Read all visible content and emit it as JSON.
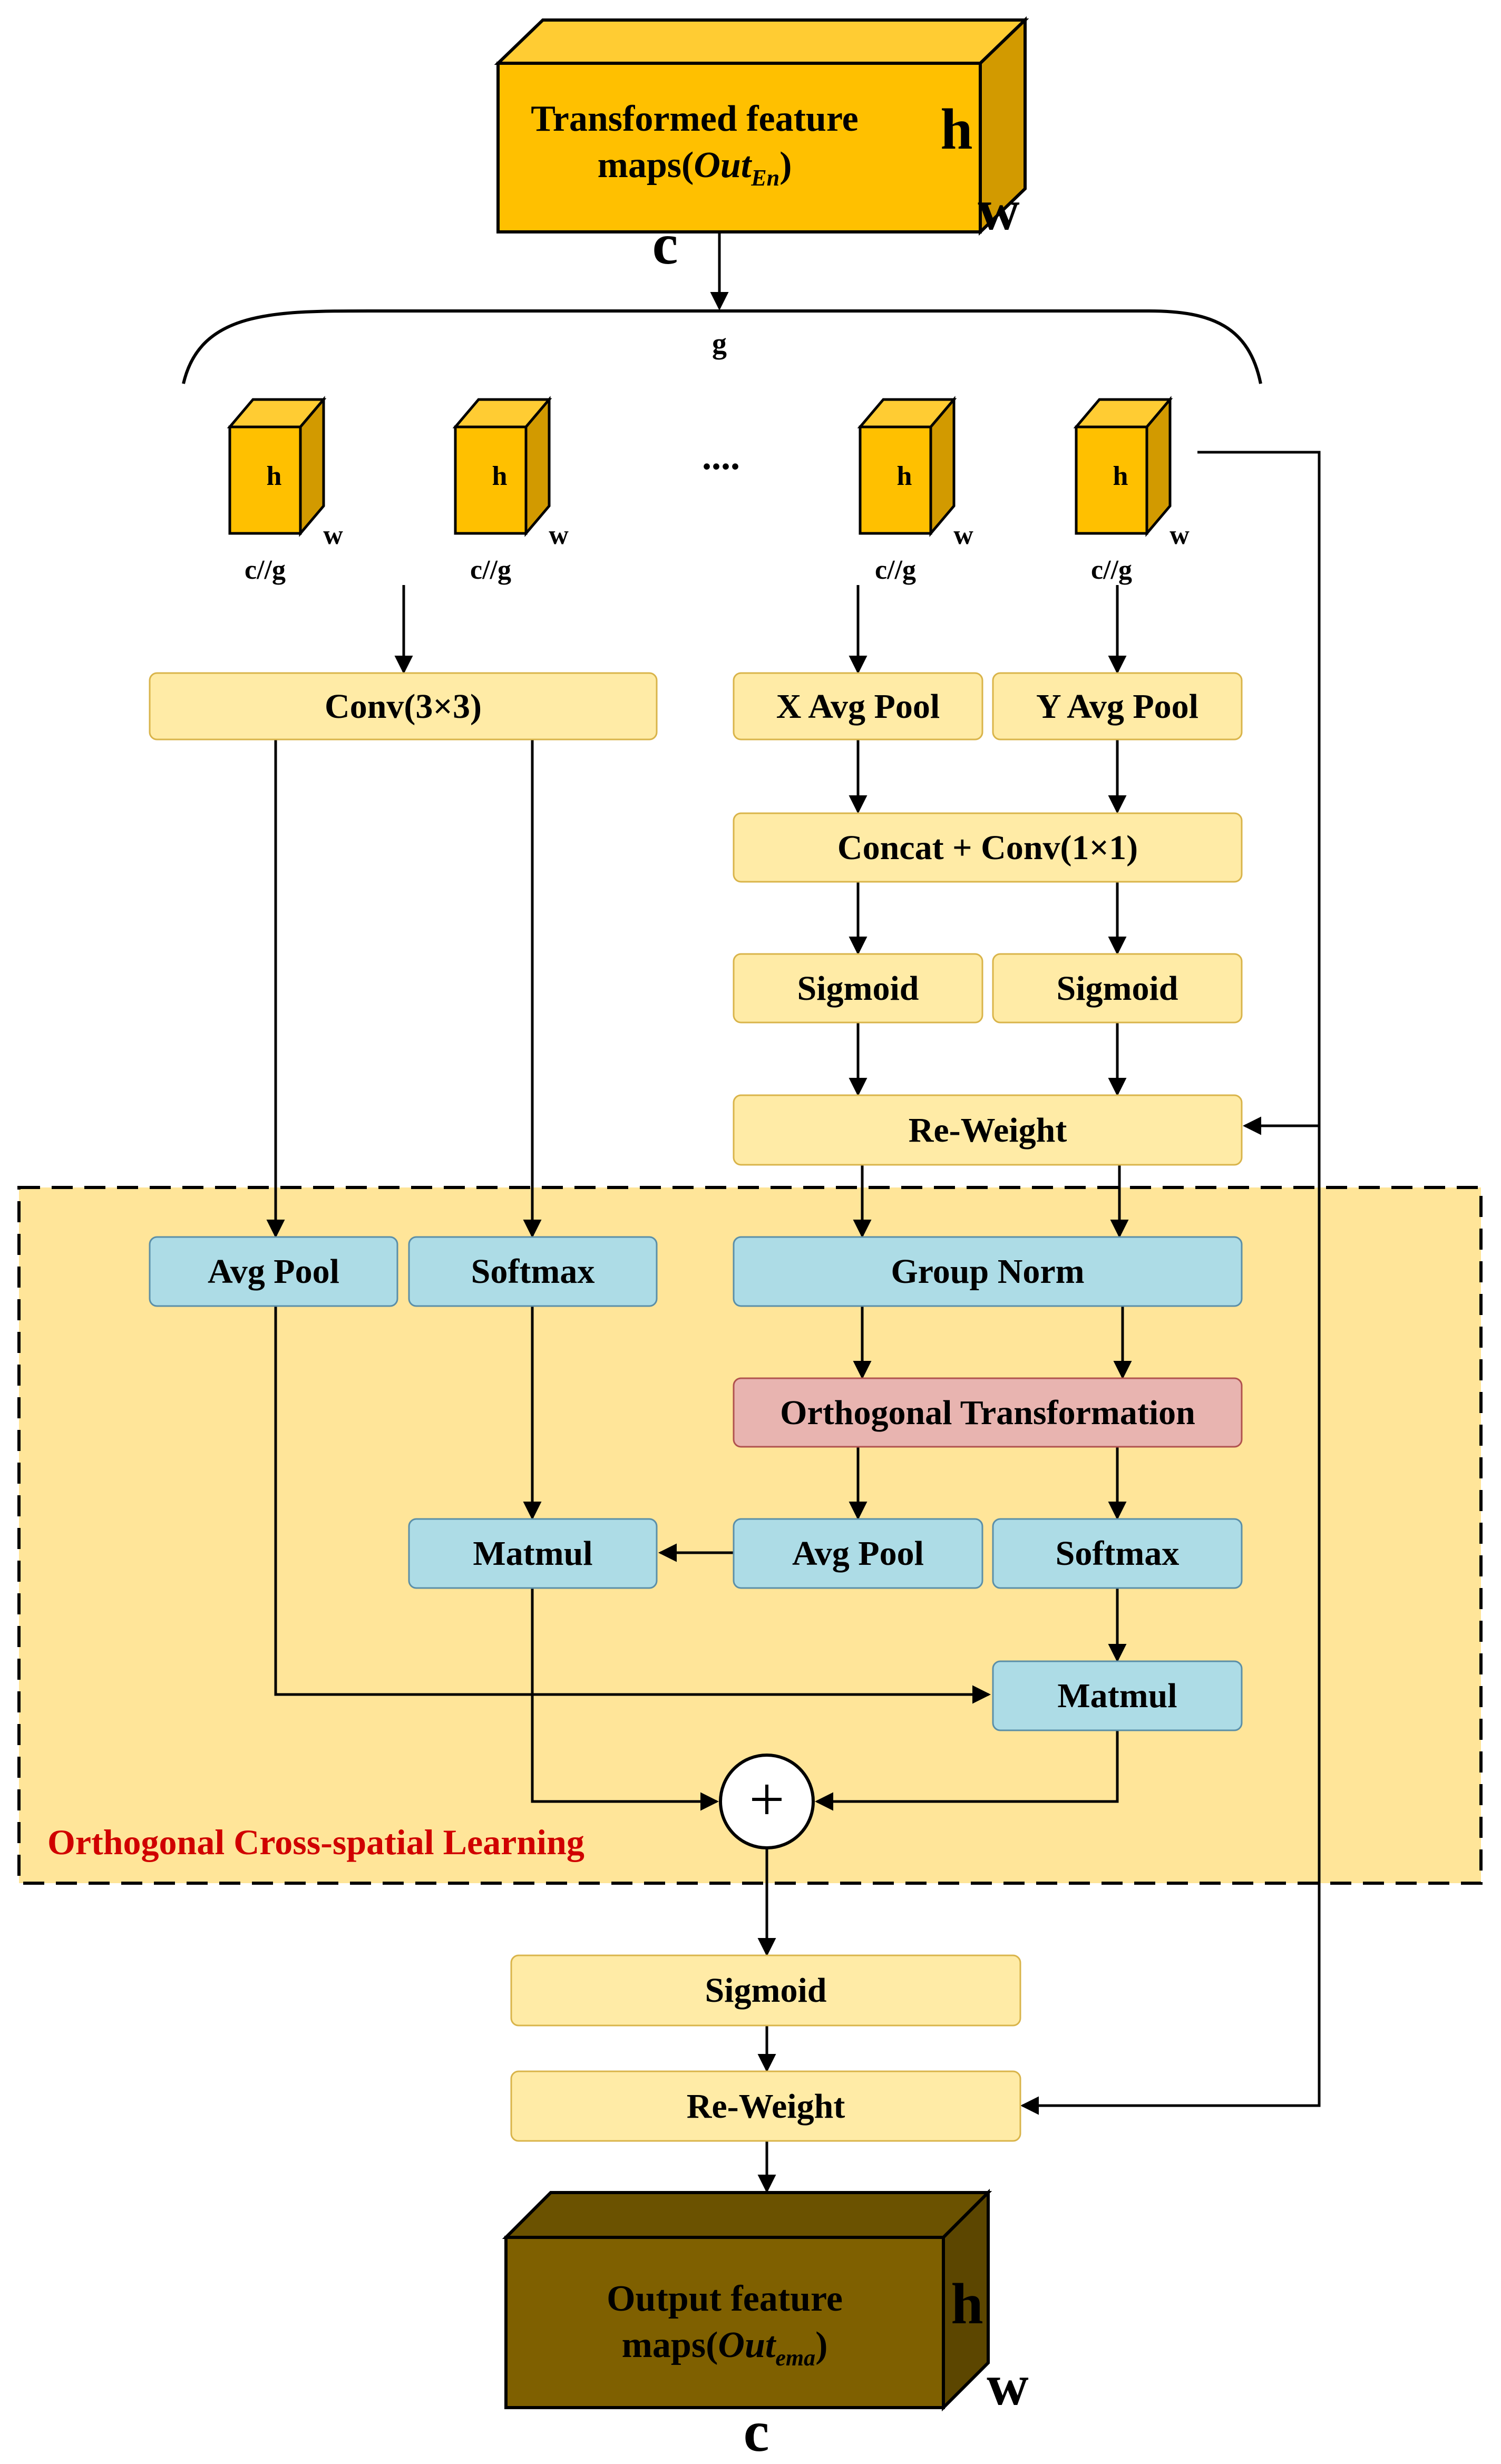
{
  "colors": {
    "block_fill": "#FFEBA6",
    "block_stroke": "#D9B44A",
    "blue_fill": "#ADDCE6",
    "blue_stroke": "#5B8FA8",
    "pink_fill": "#E8B4B0",
    "pink_stroke": "#B0524E",
    "region_fill": "#FFE599",
    "region_label": "#D00000",
    "cube_front": "#FFC000",
    "cube_top": "#FFCC33",
    "cube_side": "#D29A00",
    "out_front": "#7F6000",
    "out_top": "#6B5200",
    "out_side": "#5C4600"
  },
  "input_cube": {
    "title_line1": "Transformed feature",
    "title_line2_prefix": "maps(",
    "title_line2_var": "Out",
    "title_line2_sub": "En",
    "title_line2_suffix": ")",
    "h": "h",
    "w": "w",
    "c": "c"
  },
  "group_label": "g",
  "ellipsis": "....",
  "sub_cubes": [
    {
      "h": "h",
      "w": "w",
      "c": "c//g"
    },
    {
      "h": "h",
      "w": "w",
      "c": "c//g"
    },
    {
      "h": "h",
      "w": "w",
      "c": "c//g"
    },
    {
      "h": "h",
      "w": "w",
      "c": "c//g"
    }
  ],
  "blocks": {
    "conv3": "Conv(3×3)",
    "x_avg_pool": "X Avg Pool",
    "y_avg_pool": "Y Avg Pool",
    "concat_conv": "Concat + Conv(1×1)",
    "sigmoid_x": "Sigmoid",
    "sigmoid_y": "Sigmoid",
    "reweight_top": "Re-Weight",
    "avg_pool_left": "Avg Pool",
    "softmax_left": "Softmax",
    "group_norm": "Group Norm",
    "orthogonal": "Orthogonal Transformation",
    "matmul_left": "Matmul",
    "avg_pool_right": "Avg Pool",
    "softmax_right": "Softmax",
    "matmul_right": "Matmul",
    "sigmoid_final": "Sigmoid",
    "reweight_final": "Re-Weight"
  },
  "plus_symbol": "+",
  "region_label": "Orthogonal Cross-spatial Learning",
  "output_cube": {
    "title_line1": "Output feature",
    "title_line2_prefix": "maps(",
    "title_line2_var": "Out",
    "title_line2_sub": "ema",
    "title_line2_suffix": ")",
    "h": "h",
    "w": "w",
    "c": "c"
  }
}
